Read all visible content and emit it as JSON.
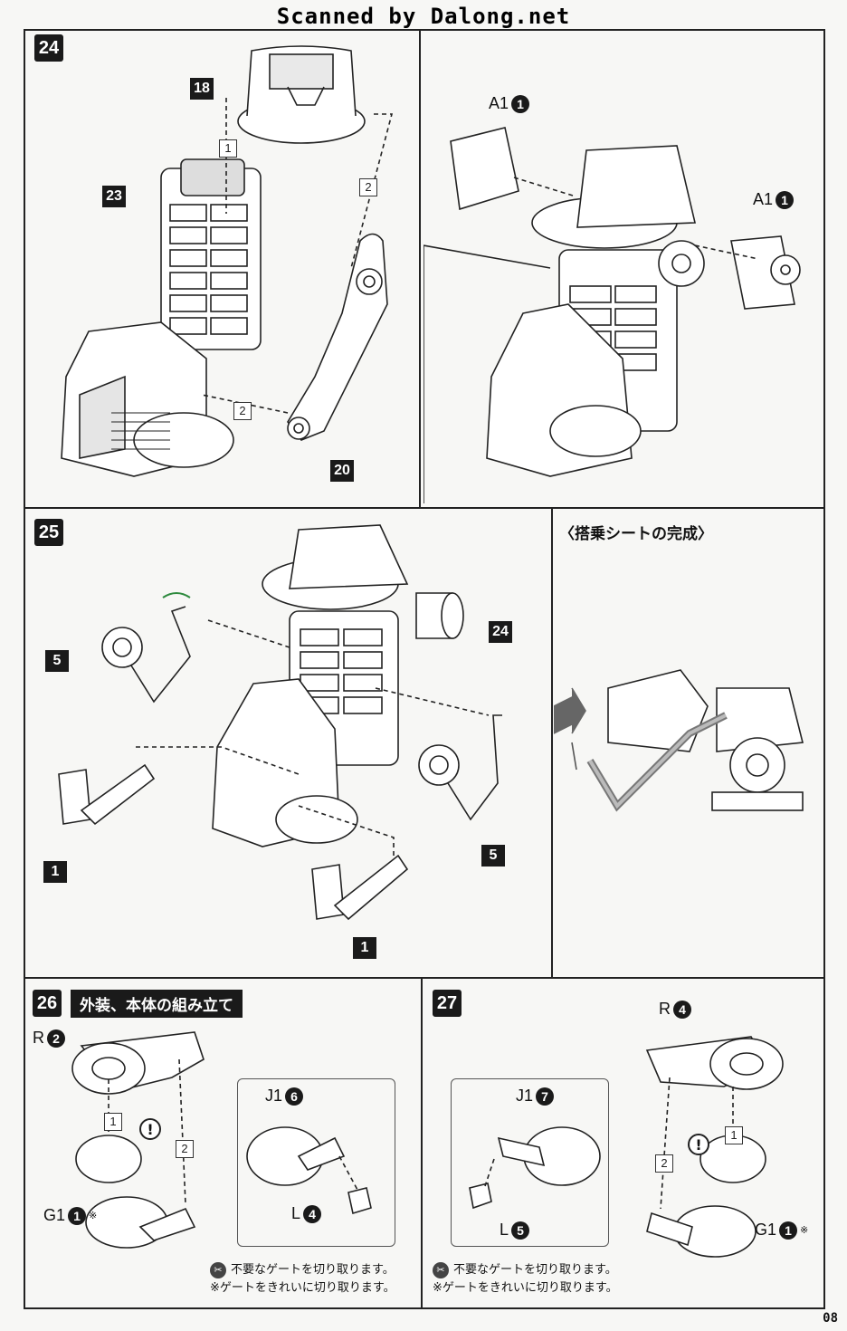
{
  "watermark": "Scanned by Dalong.net",
  "steps": {
    "s24": {
      "number": "24",
      "parts": [
        "18",
        "23",
        "20"
      ],
      "seq": [
        "1",
        "2",
        "2"
      ],
      "right_parts": [
        {
          "code": "A1",
          "num": "1"
        },
        {
          "code": "A1",
          "num": "1"
        }
      ]
    },
    "s25": {
      "number": "25",
      "parts": [
        "5",
        "24",
        "5",
        "1",
        "1"
      ],
      "completion_title": "〈搭乗シートの完成〉"
    },
    "s26": {
      "number": "26",
      "title": "外装、本体の組み立て",
      "parts": {
        "r": {
          "code": "R",
          "num": "2"
        },
        "g": {
          "code": "G1",
          "num": "1",
          "note": "※"
        },
        "j": {
          "code": "J1",
          "num": "6"
        },
        "l": {
          "code": "L",
          "num": "4"
        }
      },
      "seq": [
        "1",
        "2"
      ],
      "warn": "!",
      "gate_note_1": "不要なゲートを切り取ります。",
      "gate_note_2": "※ゲートをきれいに切り取ります。"
    },
    "s27": {
      "number": "27",
      "parts": {
        "r": {
          "code": "R",
          "num": "4"
        },
        "g": {
          "code": "G1",
          "num": "1",
          "note": "※"
        },
        "j": {
          "code": "J1",
          "num": "7"
        },
        "l": {
          "code": "L",
          "num": "5"
        }
      },
      "seq": [
        "1",
        "2"
      ],
      "warn": "!",
      "gate_note_1": "不要なゲートを切り取ります。",
      "gate_note_2": "※ゲートをきれいに切り取ります。"
    }
  },
  "page_number": "08"
}
